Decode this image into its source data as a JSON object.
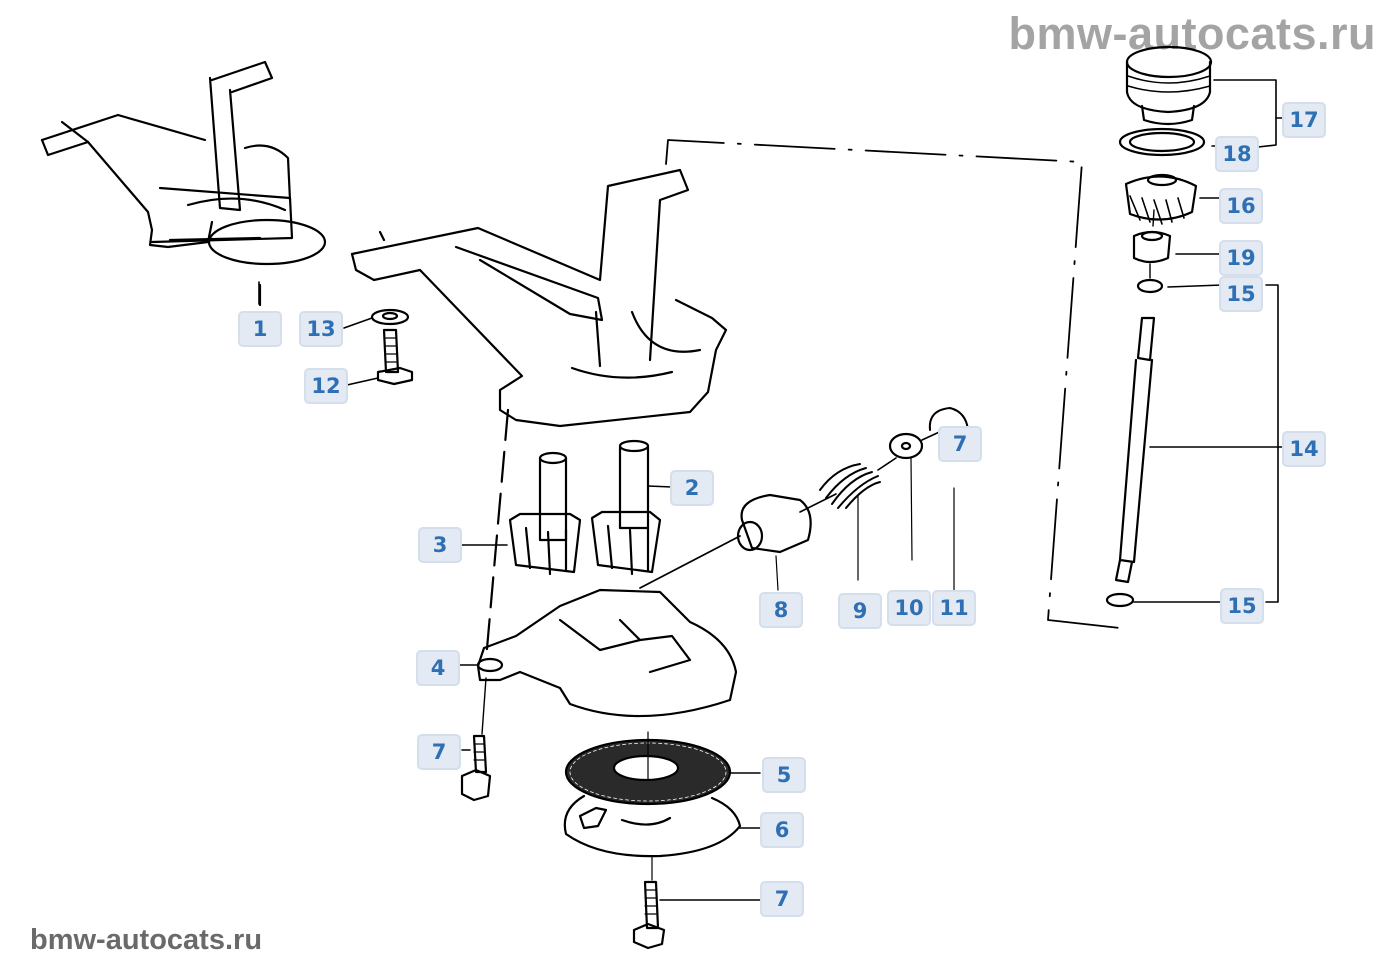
{
  "watermarks": {
    "top": "bmw-autocats.ru",
    "bottom": "bmw-autocats.ru"
  },
  "diagram": {
    "type": "exploded-parts-diagram",
    "subject": "Oil pump assembly",
    "label_color": "#2f6fb4",
    "label_background": "#e3eaf4",
    "callouts": [
      {
        "id": "c1",
        "number": "1",
        "part": "oil-pump-assembly"
      },
      {
        "id": "c13",
        "number": "13",
        "part": "washer"
      },
      {
        "id": "c12",
        "number": "12",
        "part": "bolt"
      },
      {
        "id": "c2",
        "number": "2",
        "part": "drive-gear-shaft"
      },
      {
        "id": "c3",
        "number": "3",
        "part": "driven-gear"
      },
      {
        "id": "c4",
        "number": "4",
        "part": "pump-cover"
      },
      {
        "id": "c7a",
        "number": "7",
        "part": "bolt-left"
      },
      {
        "id": "c5",
        "number": "5",
        "part": "strainer-screen"
      },
      {
        "id": "c6",
        "number": "6",
        "part": "strainer-cover"
      },
      {
        "id": "c7b",
        "number": "7",
        "part": "bolt-bottom"
      },
      {
        "id": "c8",
        "number": "8",
        "part": "relief-valve-piston"
      },
      {
        "id": "c9",
        "number": "9",
        "part": "spring"
      },
      {
        "id": "c10",
        "number": "10",
        "part": "washer"
      },
      {
        "id": "c11",
        "number": "11",
        "part": "circlip"
      },
      {
        "id": "c7c",
        "number": "7",
        "part": "circlip-pin"
      },
      {
        "id": "c17",
        "number": "17",
        "part": "cap-assembly"
      },
      {
        "id": "c18",
        "number": "18",
        "part": "sealing-ring"
      },
      {
        "id": "c16",
        "number": "16",
        "part": "helical-gear"
      },
      {
        "id": "c19",
        "number": "19",
        "part": "bushing"
      },
      {
        "id": "c15a",
        "number": "15",
        "part": "retainer-top"
      },
      {
        "id": "c14",
        "number": "14",
        "part": "drive-shaft"
      },
      {
        "id": "c15b",
        "number": "15",
        "part": "retainer-bottom"
      }
    ]
  }
}
